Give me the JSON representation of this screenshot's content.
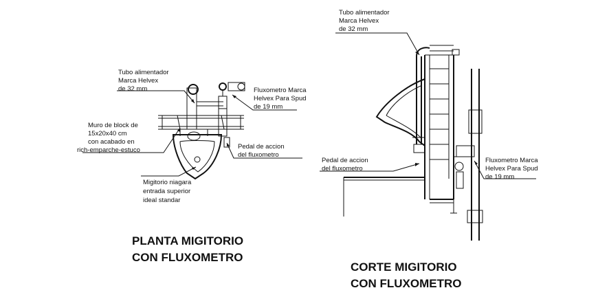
{
  "plan": {
    "supply_label": [
      "Tubo alimentador",
      "Marca  Helvex",
      "de 32 mm"
    ],
    "flush_label": [
      "Fluxometro Marca",
      "Helvex Para  Spud",
      "de 19 mm"
    ],
    "wall_label": [
      "Muro de block de",
      "15x20x40 cm",
      "con acabado en",
      "rich-emparche-estuco"
    ],
    "pedal_label": [
      "Pedal de accion",
      "del fluxometro"
    ],
    "urinal_label": [
      "Migitorio niagara",
      "entrada superior",
      "ideal standar"
    ],
    "title": [
      "PLANTA MIGITORIO",
      "CON FLUXOMETRO"
    ]
  },
  "section": {
    "supply_label": [
      "Tubo alimentador",
      "Marca  Helvex",
      "de 32 mm"
    ],
    "pedal_label": [
      "Pedal de accion",
      "del fluxometro"
    ],
    "flush_label": [
      "Fluxometro Marca",
      "Helvex Para  Spud",
      "de 19 mm"
    ],
    "title": [
      "CORTE MIGITORIO",
      "CON FLUXOMETRO"
    ]
  }
}
